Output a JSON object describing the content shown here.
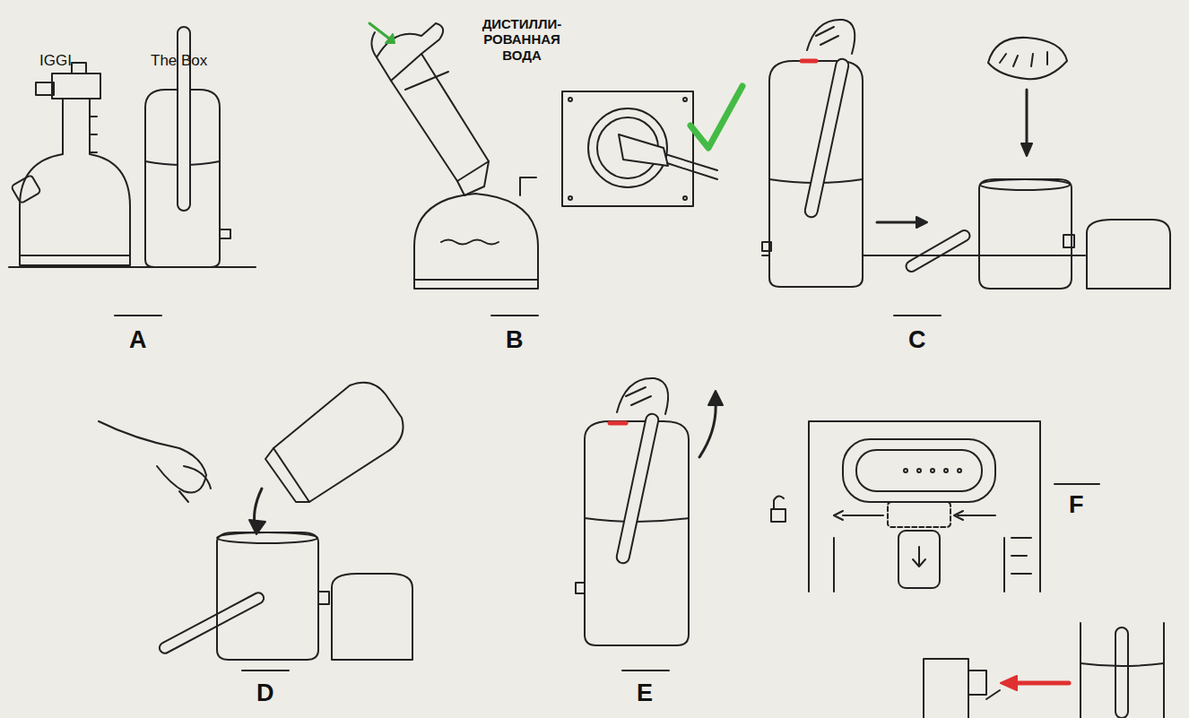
{
  "diagram": {
    "labels": [
      "IGGI",
      "The Box",
      "ДИСТИЛЛИ- РОВАННАЯ ВОДА",
      "A",
      "B",
      "C",
      "D",
      "E",
      "F"
    ]
  }
}
